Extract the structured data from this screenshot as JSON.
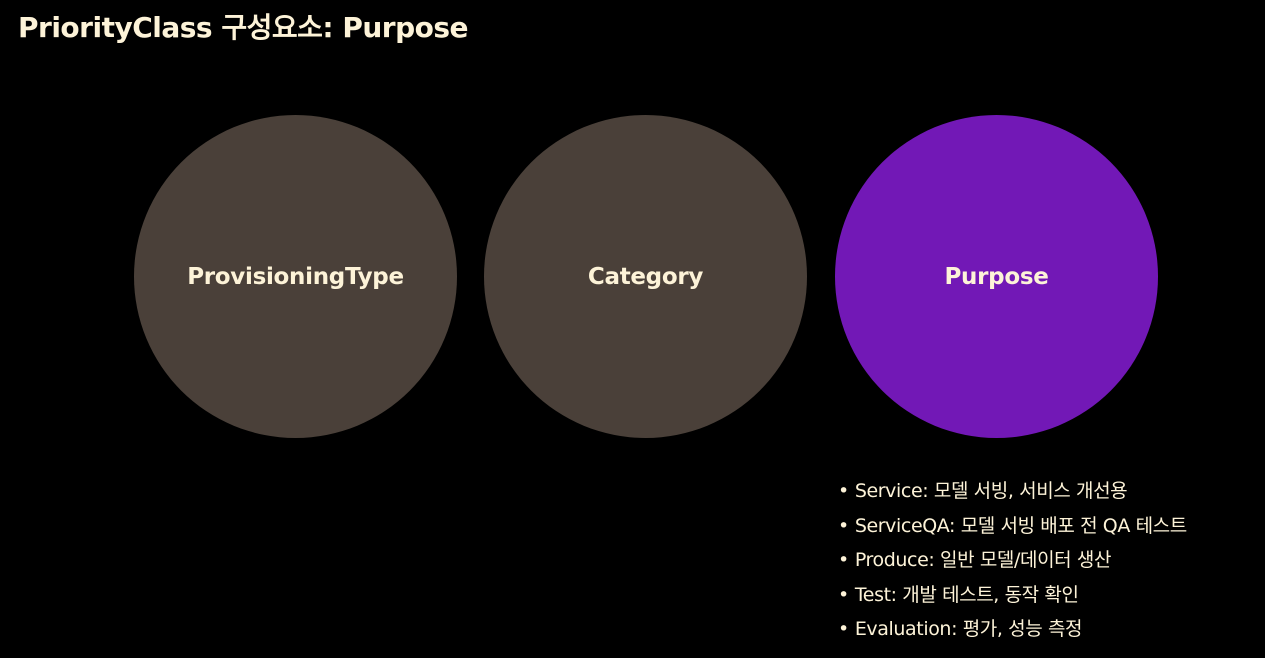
{
  "title": "PriorityClass 구성요소: Purpose",
  "colors": {
    "background": "#000000",
    "inactive_circle": "#4a4039",
    "active_circle": "#7218b6",
    "text": "#fdf3d8"
  },
  "circles": [
    {
      "label": "ProvisioningType",
      "active": false
    },
    {
      "label": "Category",
      "active": false
    },
    {
      "label": "Purpose",
      "active": true
    }
  ],
  "bullets": [
    "Service: 모델 서빙, 서비스 개선용",
    "ServiceQA: 모델 서빙 배포 전 QA 테스트",
    "Produce: 일반 모델/데이터 생산",
    "Test: 개발 테스트, 동작 확인",
    "Evaluation: 평가, 성능 측정"
  ]
}
